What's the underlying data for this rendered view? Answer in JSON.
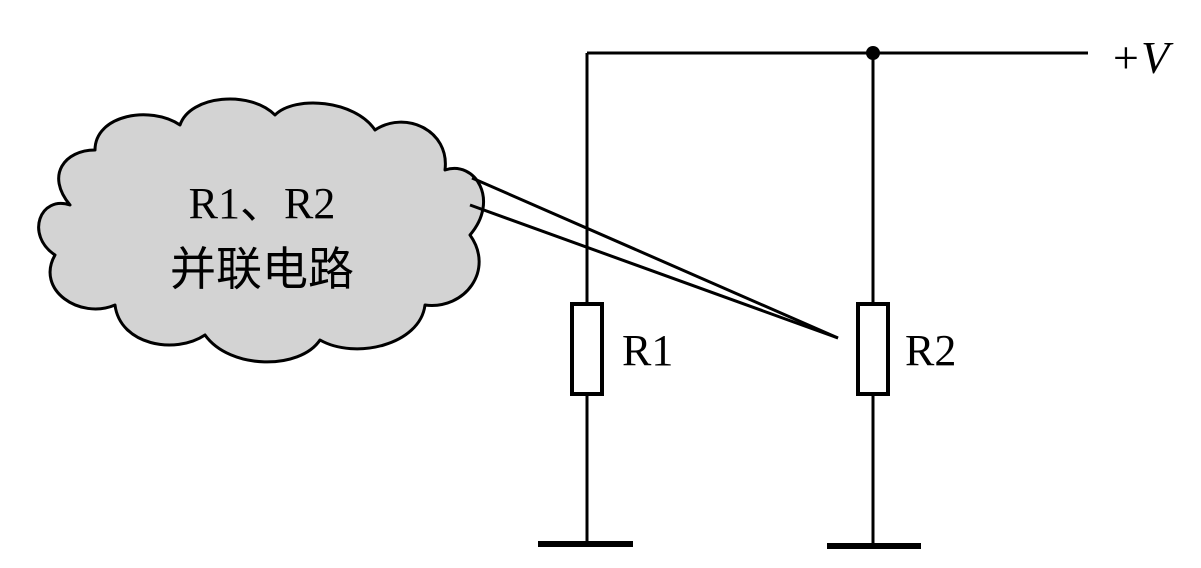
{
  "diagram": {
    "supply_label": "+V",
    "callout": {
      "line1": "R1、R2",
      "line2": "并联电路",
      "fill": "#d3d3d3"
    },
    "resistors": [
      {
        "id": "R1",
        "label": "R1"
      },
      {
        "id": "R2",
        "label": "R2"
      }
    ],
    "stroke_color": "#000000"
  }
}
